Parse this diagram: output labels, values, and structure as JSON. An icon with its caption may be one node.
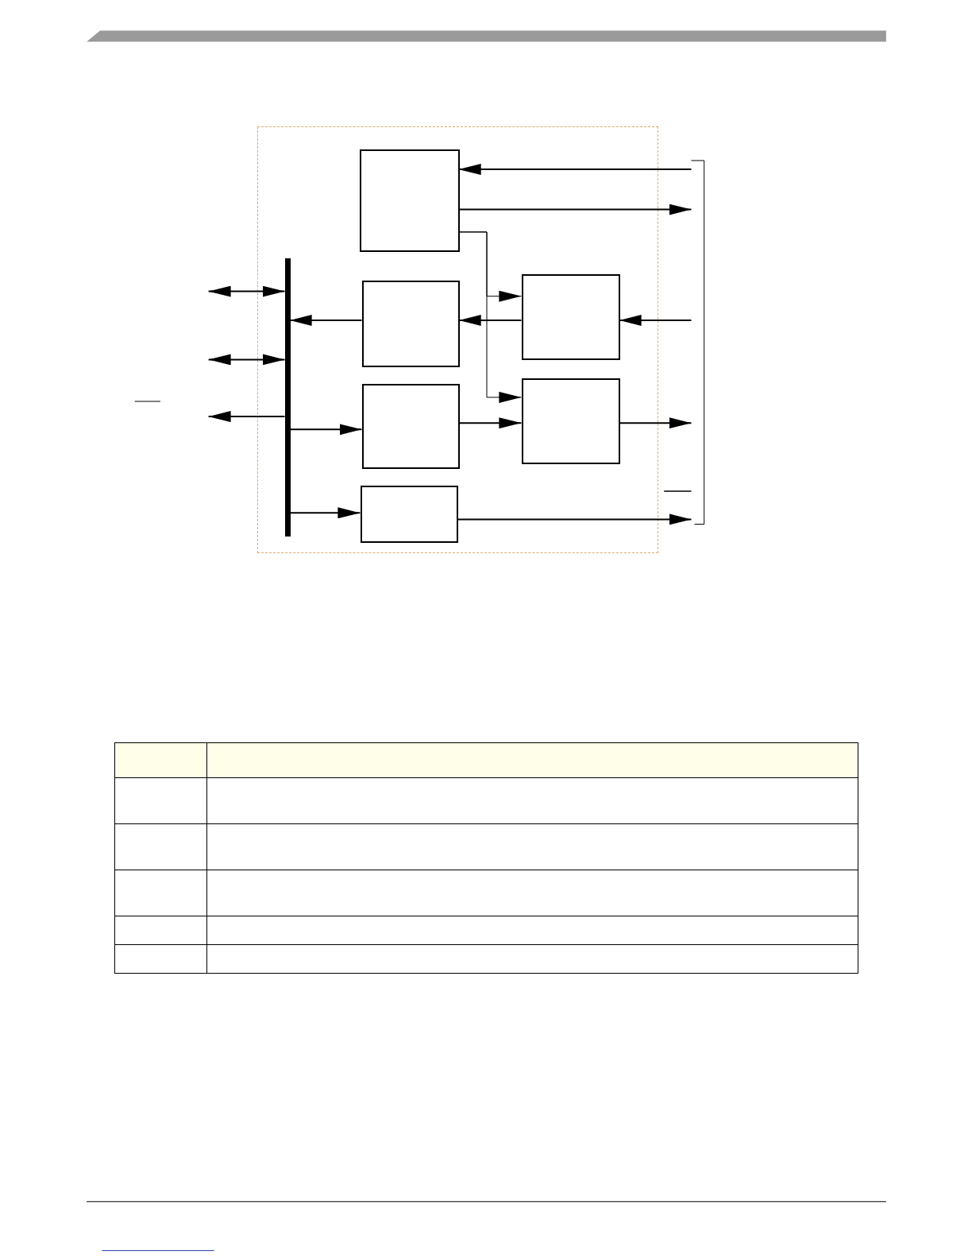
{
  "diagram": {
    "nodes": [
      {
        "text": [],
        "shape": "box"
      },
      {
        "text": [],
        "shape": "box",
        "in": 0
      },
      {
        "text": [],
        "shape": "bar",
        "in": 0
      },
      {
        "text": [],
        "shape": "box",
        "in": 0
      },
      {
        "text": [],
        "shape": "box",
        "in": 0
      },
      {
        "text": [],
        "shape": "box",
        "in": 0
      },
      {
        "text": [],
        "shape": "box",
        "in": 0
      },
      {
        "text": [],
        "shape": "box",
        "in": 0
      }
    ],
    "edges": [
      {
        "from": null,
        "to": 1,
        "arrow": "to"
      },
      {
        "from": 1,
        "to": null,
        "arrow": "to"
      },
      {
        "from": 1,
        "to": 4,
        "arrow": "to"
      },
      {
        "from": 1,
        "to": 6,
        "arrow": "to"
      },
      {
        "from": null,
        "to": 2,
        "arrow": "both"
      },
      {
        "from": null,
        "to": 2,
        "arrow": "both"
      },
      {
        "from": 2,
        "to": null,
        "arrow": "to"
      },
      {
        "from": 3,
        "to": 2,
        "arrow": "to"
      },
      {
        "from": 4,
        "to": 3,
        "arrow": "to"
      },
      {
        "from": null,
        "to": 4,
        "arrow": "to"
      },
      {
        "from": 2,
        "to": 5,
        "arrow": "to"
      },
      {
        "from": 5,
        "to": 6,
        "arrow": "to"
      },
      {
        "from": 6,
        "to": null,
        "arrow": "to"
      },
      {
        "from": 2,
        "to": 7,
        "arrow": "to"
      },
      {
        "from": 7,
        "to": null,
        "arrow": "to"
      }
    ]
  }
}
